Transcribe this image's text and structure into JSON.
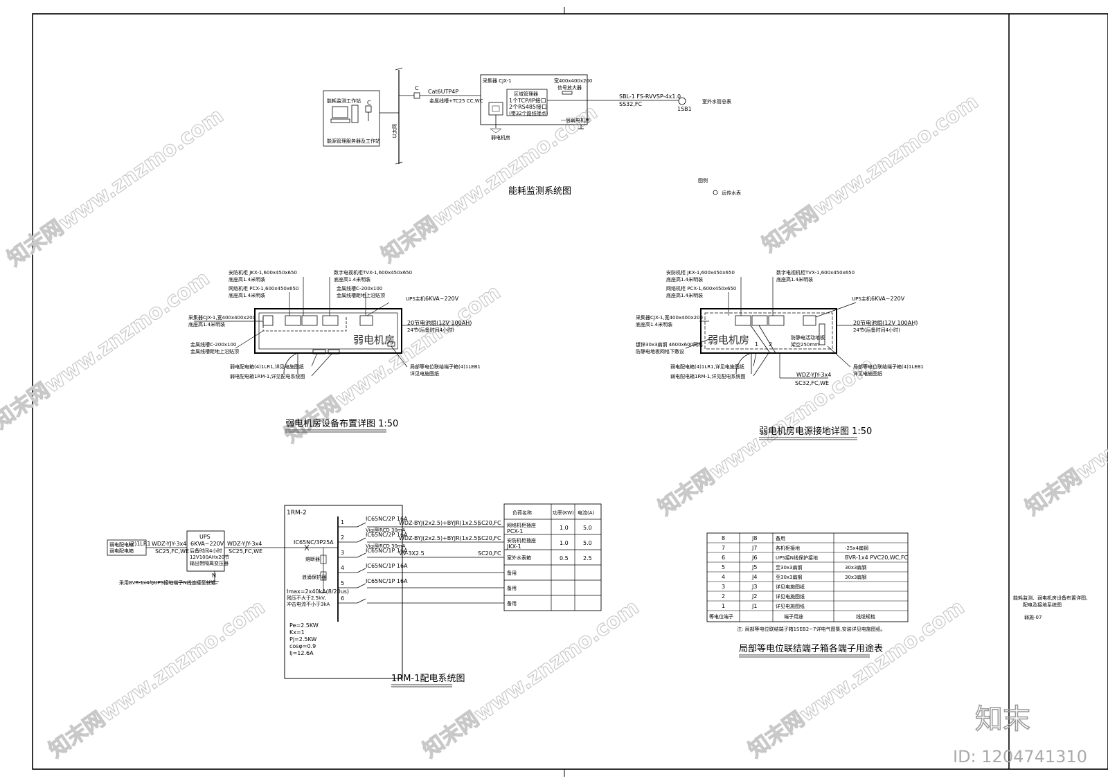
{
  "titles": {
    "energy": "能耗监测系统图",
    "room_layout": "弱电机房设备布置详图 1:50",
    "room_ground": "弱电机房电源接地详图 1:50",
    "dist": "1RM-1配电系统图",
    "table": "局部等电位联结端子箱各端子用途表"
  },
  "energy": {
    "cjx_box": "采集器 CJX-1",
    "cjx_size": "宽400x400x200",
    "cat6": "Cat6UTP4P",
    "tc25": "金属线槽+TC25 CC,WC",
    "c1": "C",
    "c2": "C",
    "tcp": "1个TCP/IP接口",
    "rs485": "2个RS485接口",
    "note32": "(带32个路线接点)",
    "sbl": "SBL-1  FS-RVVSP-4x1.0",
    "ss32": "SS32,FC",
    "sb1": "1SB1",
    "outdoor": "室外水管总表",
    "floor": "一层弱电机房",
    "legend_head": "图例",
    "legend_item": "远传水表"
  },
  "room": {
    "jkx": "安防机柜 JKX-1,600x450x650",
    "pcx": "网络机柜 PCX-1,600x450x650",
    "tvx": "数字电视机柜TVX-1,600x450x650",
    "cjx": "采集器CJX-1,宽400x400x200",
    "tray": "金属线槽C-200x100",
    "ups_lbl": "UPS主机",
    "ups_val": "6KVA~220V",
    "bat": "20节电池组(12V 100AH)",
    "bat24": "24节(后备时间4小时)",
    "room_name": "弱电机房",
    "leb": "局部等电位联结端子箱(4)1LEB1",
    "lr1": "弱电配电箱(4)1LR1,详见电施图纸",
    "rm1": "弱电配电箱1RM-1,详见配电系统图"
  },
  "ground": {
    "flat": "镀锌30x3扁钢 4600x600网格",
    "wdz": "WDZ-YJY-3x4",
    "sc32": "SC32,FC,WE",
    "floor_h": "架空250mm"
  },
  "dist": {
    "panel": "1RM-2",
    "src": "(2)1LR1",
    "src_note": "弱电配电箱",
    "cable1": "WDZ-YJY-3x4",
    "route1": "SC25,FC,WE",
    "ups_name": "UPS",
    "ups_val": "6KVA~220V",
    "ups_n1": "后备时间4小时",
    "ups_n2": "12V100AHx20节",
    "ups_n3": "输出带隔离变压器",
    "cable2": "WDZ-YJY-3x4",
    "route2": "SC25,FC,WE",
    "main_brk": "IC65NC/3P",
    "main_a": "25A",
    "pe_note": "采用BVR-1x4与UPS接地端子N线连接至就近",
    "imax": "Imax=2x40kA(8/20us)",
    "up": "残压不大于2.5kV,",
    "iimp": "冲击电流不小于3kA",
    "pe": "Pe=2.5KW",
    "kx": "Kx=1",
    "pj": "Pj=2.5KW",
    "cos": "cosφ=0.9",
    "ij": "Ij=12.6A",
    "spd": "浪涌保护器",
    "fuse": "熔断器",
    "circuits": [
      {
        "no": "1",
        "brk": "IC65NC/2P 16A",
        "rcd": "Vigi型RCD 30mA",
        "cable": "WDZ-BYJ(2x2.5)+BYJR(1x2.5)",
        "route": "SC20,FC",
        "name1": "网络机柜插座",
        "name2": "PCX-1",
        "kw": "1.0",
        "a": "5.0"
      },
      {
        "no": "2",
        "brk": "IC65NC/2P 16A",
        "rcd": "Vigi型RCD 30mA",
        "cable": "WDZ-BYJ(2x2.5)+BYJR(1x2.5)",
        "route": "SC20,FC",
        "name1": "安防机柜插座",
        "name2": "JKX-1",
        "kw": "1.0",
        "a": "5.0"
      },
      {
        "no": "3",
        "brk": "IC65NC/1P 16A",
        "rcd": "",
        "cable": "VV-3X2.5",
        "route": "SC20,FC",
        "name1": "室外水表箱",
        "name2": "",
        "kw": "0.5",
        "a": "2.5"
      },
      {
        "no": "4",
        "brk": "IC65NC/1P 16A",
        "rcd": "",
        "cable": "",
        "route": "",
        "name1": "备用",
        "name2": "",
        "kw": "",
        "a": ""
      },
      {
        "no": "5",
        "brk": "IC65NC/1P 16A",
        "rcd": "",
        "cable": "",
        "route": "",
        "name1": "备用",
        "name2": "",
        "kw": "",
        "a": ""
      },
      {
        "no": "6",
        "brk": "",
        "rcd": "",
        "cable": "",
        "route": "",
        "name1": "备用",
        "name2": "",
        "kw": "",
        "a": ""
      }
    ],
    "hdr_name": "负荷名称",
    "hdr_kw": "功率(KW)",
    "hdr_a": "电流(A)"
  },
  "eqtable": {
    "rows": [
      {
        "no": "8",
        "code": "J8",
        "use": "备用",
        "spec": ""
      },
      {
        "no": "7",
        "code": "J7",
        "use": "各机柜接地",
        "spec": "-25x4扁钢"
      },
      {
        "no": "6",
        "code": "J6",
        "use": "UPS接N线保护接地",
        "spec": "BVR-1x4  PVC20,WC,FC"
      },
      {
        "no": "5",
        "code": "J5",
        "use": "至30x3扁钢",
        "spec": "30x3扁钢"
      },
      {
        "no": "4",
        "code": "J4",
        "use": "至30x3扁钢",
        "spec": "30x3扁钢"
      },
      {
        "no": "3",
        "code": "J3",
        "use": "详见电施图纸",
        "spec": ""
      },
      {
        "no": "2",
        "code": "J2",
        "use": "详见电施图纸",
        "spec": ""
      },
      {
        "no": "1",
        "code": "J1",
        "use": "详见电施图纸",
        "spec": ""
      }
    ],
    "hdr_code": "等电位端子",
    "hdr_use": "端子用途",
    "hdr_spec": "线缆规格",
    "note": "注: 局部等电位联结端子箱1SEB2~7详电气图集,安装详见电施图纸。"
  },
  "titleblock": {
    "name1": "能耗监测、弱电机房设备布置详图、",
    "name2": "配电及接地系统图",
    "number": "弱施-07"
  },
  "watermark": {
    "text": "知末网www.znzmo.com",
    "logo": "知末",
    "id": "ID: 1204741310"
  }
}
